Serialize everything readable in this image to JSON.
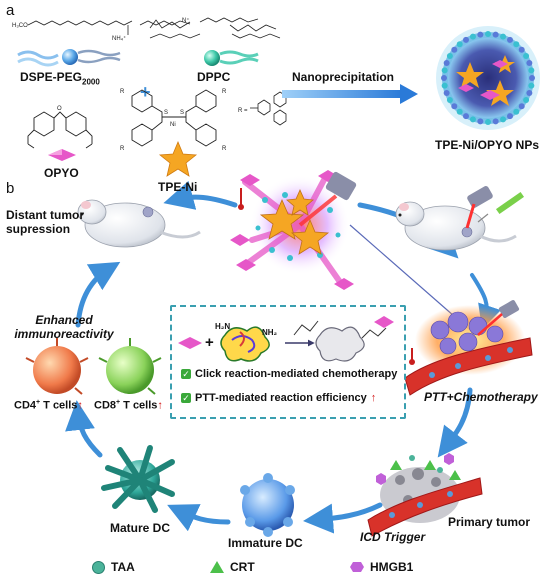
{
  "panel_a": {
    "label": "a",
    "lipids": {
      "dspe_peg": {
        "name": "DSPE-PEG",
        "subscript": "2000"
      },
      "dppc": "DPPC"
    },
    "plus": "+",
    "ligands": {
      "opyo": "OPYO",
      "tpe_ni": "TPE-Ni"
    },
    "process": "Nanoprecipitation",
    "product": "TPE-Ni/OPYO NPs"
  },
  "panel_b": {
    "label": "b",
    "distant": "Distant tumor supression",
    "enhanced": "Enhanced immunoreactivity",
    "cd4": {
      "label": "CD4",
      "sup": "+",
      "rest": " T cells"
    },
    "cd8": {
      "label": "CD8",
      "sup": "+",
      "rest": " T cells"
    },
    "mechanism": {
      "nh2_a": "H₂N",
      "nh2_b": "NH₂",
      "plus": "+",
      "check1": "Click reaction-mediated chemotherapy",
      "check2": "PTT-mediated reaction efficiency"
    },
    "ptt": "PTT+Chemotherapy",
    "icd": "ICD Trigger",
    "primary": "Primary tumor",
    "immature": "Immature DC",
    "mature": "Mature DC"
  },
  "legend": [
    {
      "label": "TAA",
      "color": "#4bb39a",
      "shape": "circle"
    },
    {
      "label": "CRT",
      "color": "#4cc04a",
      "shape": "triangle"
    },
    {
      "label": "HMGB1",
      "color": "#c060d8",
      "shape": "hexagon"
    }
  ],
  "colors": {
    "arrow_blue": "#3e8fd8",
    "vessel_red": "#d8322a",
    "check_green": "#3aa83a",
    "up_red": "#d42020",
    "dash": "#3a9fb0",
    "star": "#f5a623",
    "pink": "#e657c8"
  }
}
